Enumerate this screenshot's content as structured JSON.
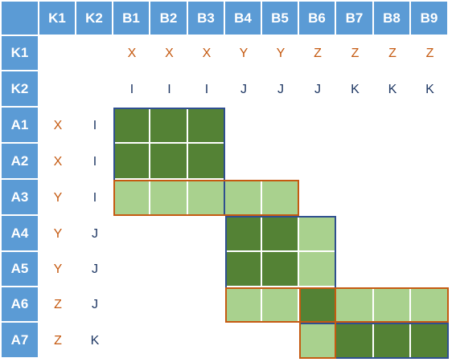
{
  "columns": [
    "",
    "K1",
    "K2",
    "B1",
    "B2",
    "B3",
    "B4",
    "B5",
    "B6",
    "B7",
    "B8",
    "B9"
  ],
  "header_rows": [
    {
      "label": "K1",
      "values": [
        "",
        "",
        "X",
        "X",
        "X",
        "Y",
        "Y",
        "Z",
        "Z",
        "Z",
        "Z"
      ]
    },
    {
      "label": "K2",
      "values": [
        "",
        "",
        "I",
        "I",
        "I",
        "J",
        "J",
        "J",
        "K",
        "K",
        "K"
      ]
    }
  ],
  "rows": [
    {
      "label": "A1",
      "k1": "X",
      "k2": "I",
      "cells": [
        "dark",
        "dark",
        "dark",
        "",
        "",
        "",
        "",
        "",
        ""
      ]
    },
    {
      "label": "A2",
      "k1": "X",
      "k2": "I",
      "cells": [
        "dark",
        "dark",
        "dark",
        "",
        "",
        "",
        "",
        "",
        ""
      ]
    },
    {
      "label": "A3",
      "k1": "Y",
      "k2": "I",
      "cells": [
        "light",
        "light",
        "light",
        "light",
        "light",
        "",
        "",
        "",
        ""
      ]
    },
    {
      "label": "A4",
      "k1": "Y",
      "k2": "J",
      "cells": [
        "",
        "",
        "",
        "dark",
        "dark",
        "light",
        "",
        "",
        ""
      ]
    },
    {
      "label": "A5",
      "k1": "Y",
      "k2": "J",
      "cells": [
        "",
        "",
        "",
        "dark",
        "dark",
        "light",
        "",
        "",
        ""
      ]
    },
    {
      "label": "A6",
      "k1": "Z",
      "k2": "J",
      "cells": [
        "",
        "",
        "",
        "light",
        "light",
        "dark",
        "light",
        "light",
        "light"
      ]
    },
    {
      "label": "A7",
      "k1": "Z",
      "k2": "K",
      "cells": [
        "",
        "",
        "",
        "",
        "",
        "light",
        "dark",
        "dark",
        "dark"
      ]
    }
  ],
  "colors": {
    "header": "#5b9bd5",
    "dark_fill": "#548235",
    "light_fill": "#a9d18e",
    "k1_text": "#c55a11",
    "k2_text": "#1f3864",
    "blue_border": "#2f4f8f",
    "orange_border": "#c55a11"
  },
  "k1_values_orange": true
}
